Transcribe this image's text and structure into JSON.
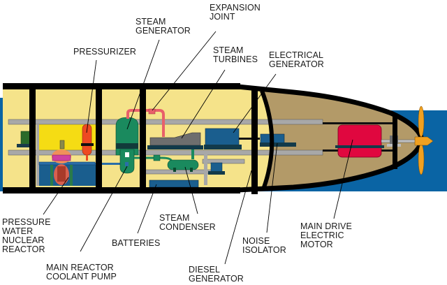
{
  "diagram": {
    "title": "Nuclear submarine propulsion system",
    "colors": {
      "sea": "#0a64a4",
      "hull_interior": "#f5e38a",
      "aft_compartment": "#b39a68",
      "reactor_room": "#f5dc14",
      "deck": "#a8a8a8",
      "frame": "#000000",
      "steam_generator": "#1a8a5e",
      "pressurizer": "#ee4a22",
      "steam_pipe": "#e8606a",
      "turbine": "#6e6e6e",
      "electrical_equipment": "#1a5e8e",
      "motor": "#e0073f",
      "propeller": "#f0a020"
    },
    "labels": {
      "steam_generator": "STEAM\nGENERATOR",
      "expansion_joint": "EXPANSION\nJOINT",
      "pressurizer": "PRESSURIZER",
      "steam_turbines": "STEAM\nTURBINES",
      "electrical_generator": "ELECTRICAL\nGENERATOR",
      "pressure_water_nuclear_reactor": "PRESSURE\nWATER\nNUCLEAR\nREACTOR",
      "main_reactor_coolant_pump": "MAIN REACTOR\nCOOLANT PUMP",
      "batteries": "BATTERIES",
      "steam_condenser": "STEAM\nCONDENSER",
      "diesel_generator": "DIESEL\nGENERATOR",
      "noise_isolator": "NOISE\nISOLATOR",
      "main_drive_electric_motor": "MAIN DRIVE\nELECTRIC\nMOTOR"
    }
  }
}
